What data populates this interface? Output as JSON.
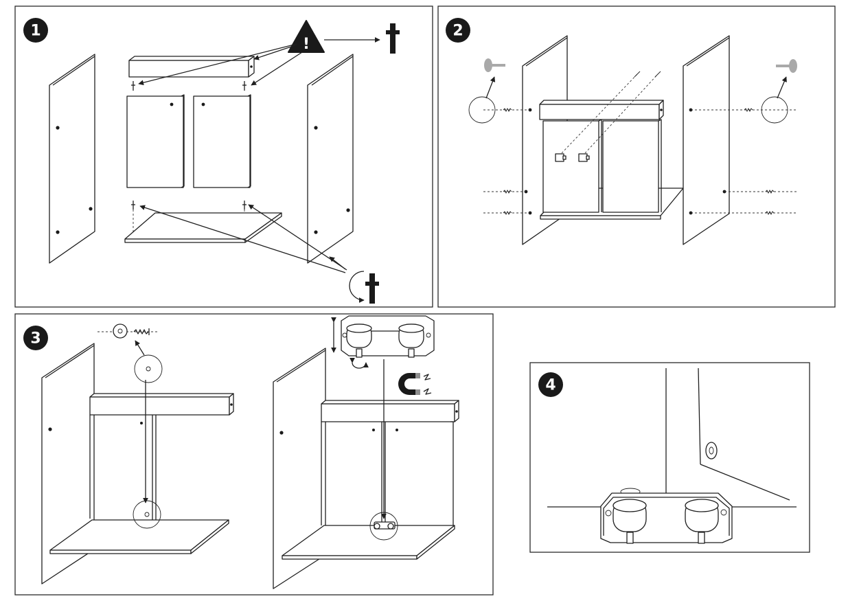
{
  "steps": [
    {
      "number": "1"
    },
    {
      "number": "2"
    },
    {
      "number": "3"
    },
    {
      "number": "4"
    }
  ],
  "warning_symbol": "!",
  "icons": [
    "warning-triangle-icon",
    "dowel-icon",
    "rotate-arrow-icon",
    "magnet-icon",
    "screw-icon",
    "bumper-pad-icon",
    "magnetic-catch-icon"
  ],
  "colors": {
    "line": "#1f1f1f",
    "badge": "#1a1a1a",
    "grey_part": "#a9a9a9"
  }
}
